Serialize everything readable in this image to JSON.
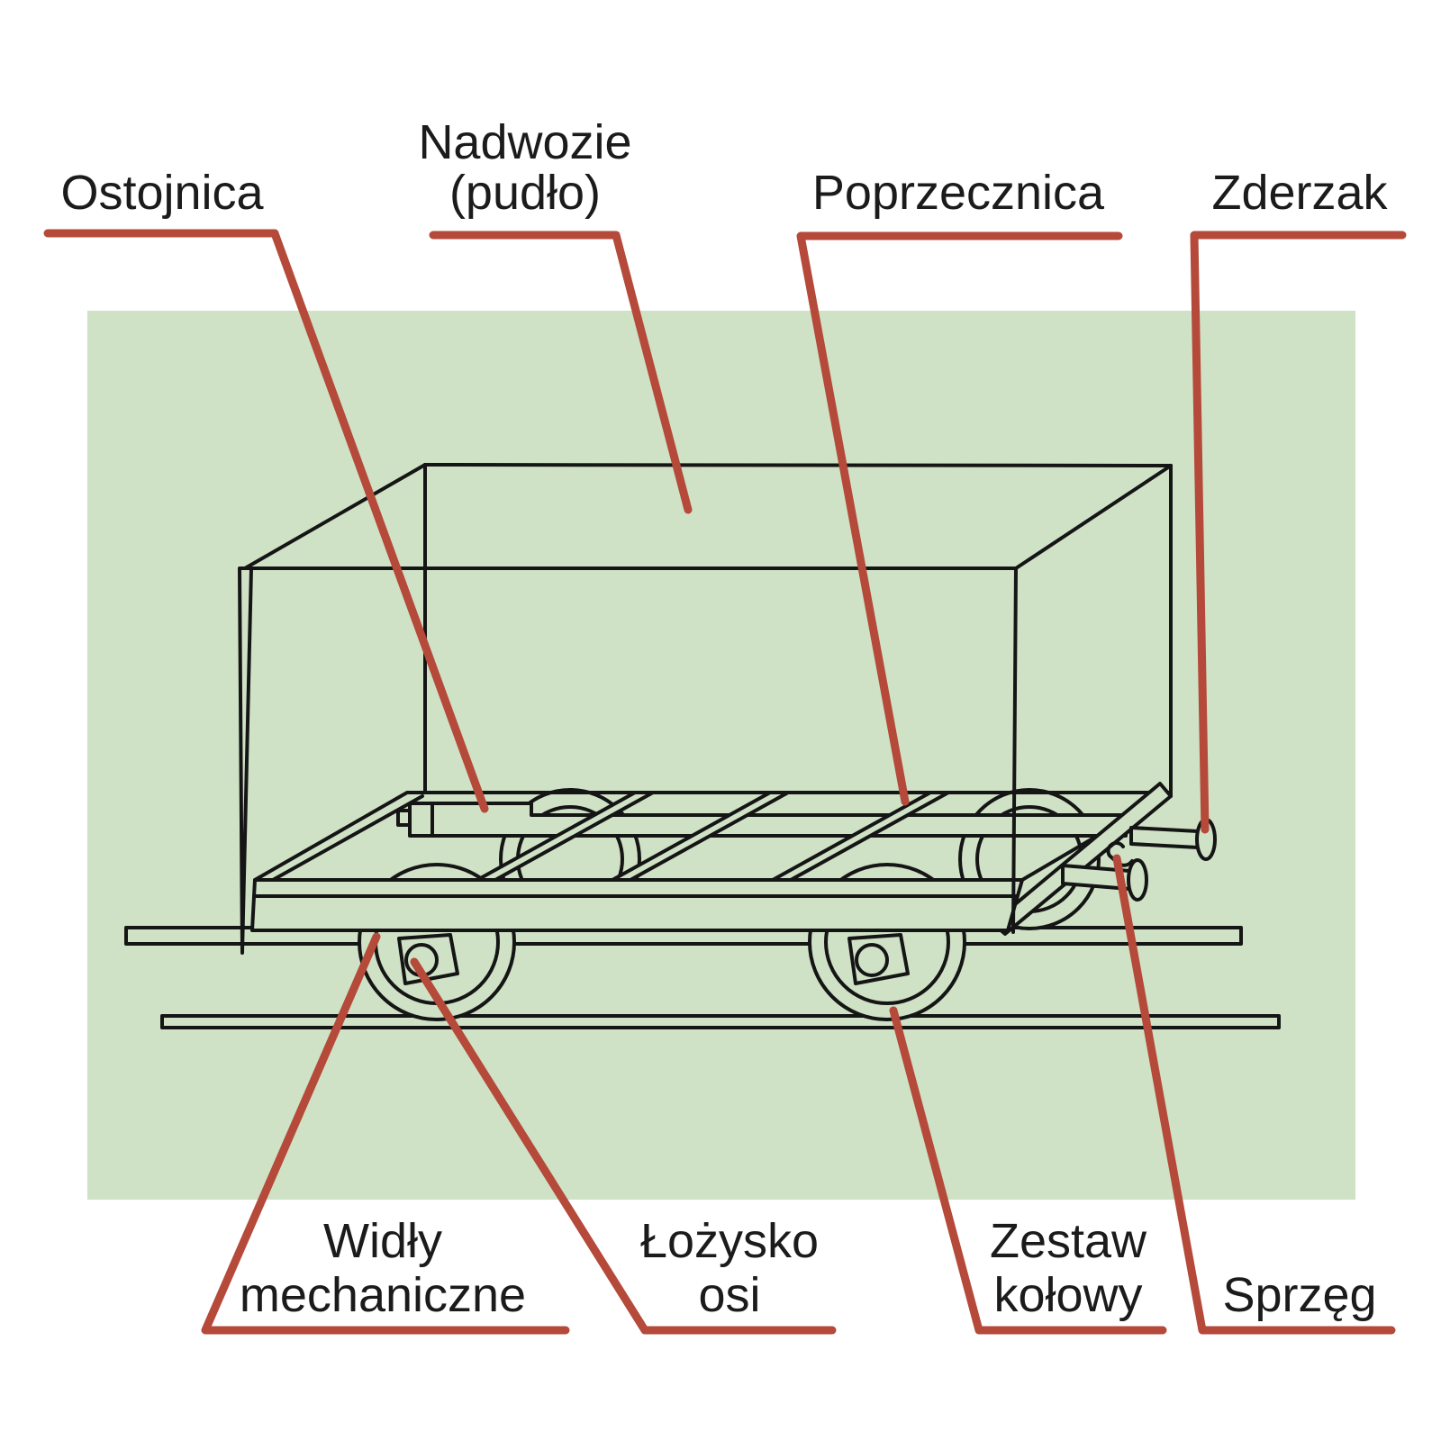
{
  "colors": {
    "panel_green": "#cfe2c6",
    "line_black": "#151515",
    "leader_red": "#b5493a",
    "page_white": "#ffffff"
  },
  "labels": {
    "ostojnica": "Ostojnica",
    "nadwozie_line1": "Nadwozie",
    "nadwozie_line2": "(pudło)",
    "poprzecznica": "Poprzecznica",
    "zderzak": "Zderzak",
    "widly_line1": "Widły",
    "widly_line2": "mechaniczne",
    "lozysko_line1": "Łożysko",
    "lozysko_line2": "osi",
    "zestaw_line1": "Zestaw",
    "zestaw_line2": "kołowy",
    "sprzeg": "Sprzęg"
  }
}
